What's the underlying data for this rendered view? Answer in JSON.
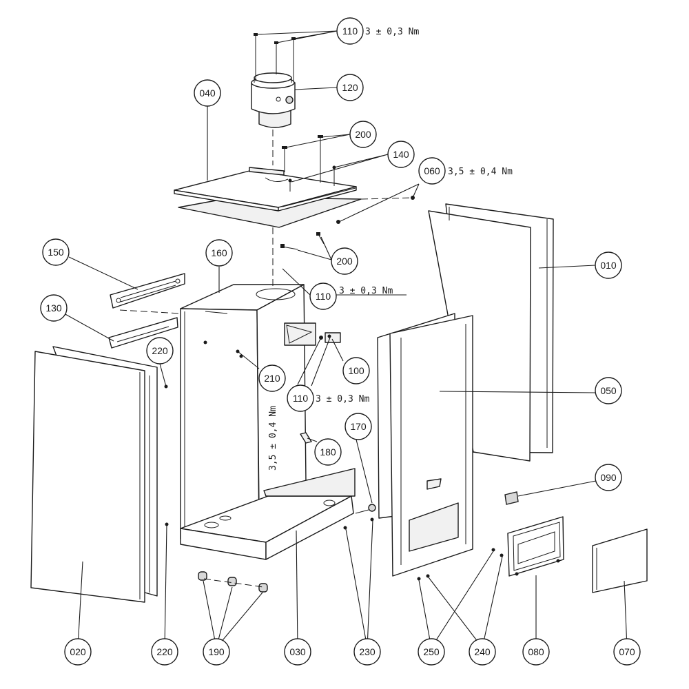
{
  "callouts": {
    "c110_top": "110",
    "c120": "120",
    "c040": "040",
    "c200_top": "200",
    "c140": "140",
    "c060": "060",
    "c150": "150",
    "c160": "160",
    "c200_mid": "200",
    "c010": "010",
    "c110_mid": "110",
    "c130": "130",
    "c220_top": "220",
    "c210": "210",
    "c100": "100",
    "c050": "050",
    "c110_low": "110",
    "c170": "170",
    "c180": "180",
    "c090": "090",
    "c020": "020",
    "c220_bot": "220",
    "c190": "190",
    "c030": "030",
    "c230": "230",
    "c250": "250",
    "c240": "240",
    "c080": "080",
    "c070": "070"
  },
  "torques": {
    "t110_top": "3 ± 0,3 Nm",
    "t060": "3,5 ± 0,4 Nm",
    "t110_mid": "3 ± 0,3 Nm",
    "t110_low": "3 ± 0,3 Nm",
    "t_vertical": "3,5 ± 0,4 Nm"
  }
}
